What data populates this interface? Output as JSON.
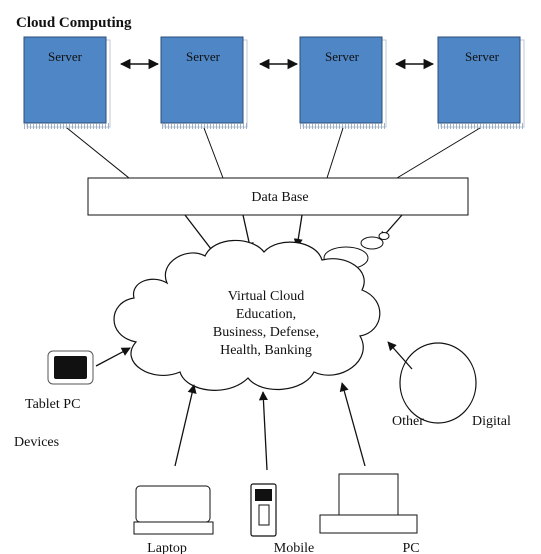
{
  "title": "Cloud Computing",
  "servers": [
    {
      "label": "Server"
    },
    {
      "label": "Server"
    },
    {
      "label": "Server"
    },
    {
      "label": "Server"
    }
  ],
  "database": {
    "label": "Data Base"
  },
  "cloud": {
    "lines": [
      "Virtual Cloud",
      "Education,",
      "Business, Defense,",
      "Health, Banking"
    ]
  },
  "devices": {
    "tablet": "Tablet PC",
    "devices_label": "Devices",
    "laptop": "Laptop",
    "mobile": "Mobile",
    "pc": "PC",
    "other": "Other",
    "digital": "Digital"
  },
  "colors": {
    "server_fill": "#4f86c6",
    "line": "#111111",
    "background": "#ffffff"
  }
}
